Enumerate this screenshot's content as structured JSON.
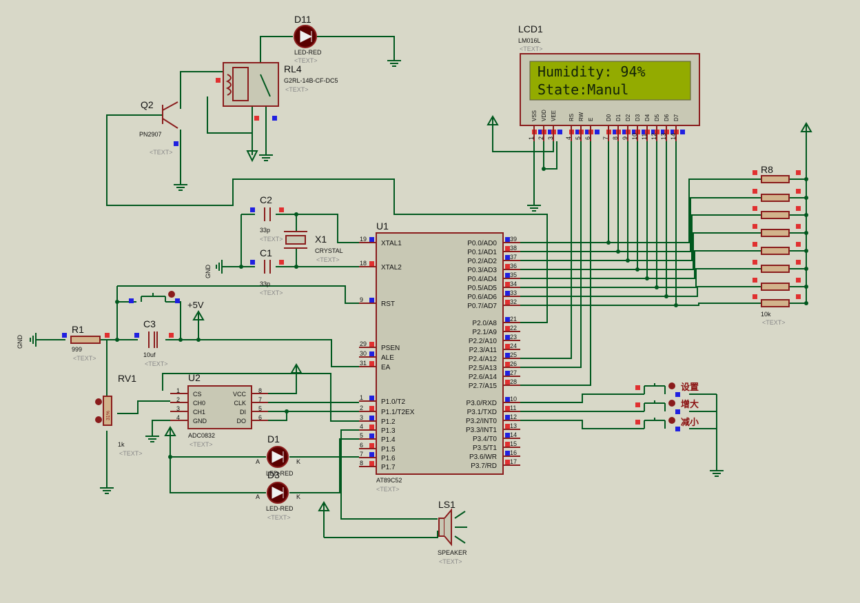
{
  "lcd": {
    "ref": "LCD1",
    "model": "LM016L",
    "textTag": "<TEXT>",
    "line1": "Humidity: 94%",
    "line2": "State:Manul",
    "pins": [
      "VSS",
      "VDD",
      "VEE",
      "RS",
      "RW",
      "E",
      "D0",
      "D1",
      "D2",
      "D3",
      "D4",
      "D5",
      "D6",
      "D7"
    ],
    "pinNums": [
      "1",
      "2",
      "3",
      "4",
      "5",
      "6",
      "7",
      "8",
      "9",
      "10",
      "11",
      "12",
      "13",
      "14"
    ]
  },
  "d11": {
    "ref": "D11",
    "value": "LED-RED",
    "text": "<TEXT>"
  },
  "relay": {
    "ref": "RL4",
    "value": "G2RL-14B-CF-DC5",
    "text": "<TEXT>"
  },
  "q2": {
    "ref": "Q2",
    "value": "PN2907",
    "text": "<TEXT>"
  },
  "c2": {
    "ref": "C2",
    "value": "33p",
    "text": "<TEXT>"
  },
  "c1": {
    "ref": "C1",
    "value": "33p",
    "text": "<TEXT>"
  },
  "x1": {
    "ref": "X1",
    "value": "CRYSTAL",
    "text": "<TEXT>"
  },
  "gnd": "GND",
  "r1": {
    "ref": "R1",
    "value": "999",
    "text": "<TEXT>"
  },
  "c3": {
    "ref": "C3",
    "value": "10uf",
    "text": "<TEXT>"
  },
  "vcc": "+5V",
  "rv1": {
    "ref": "RV1",
    "value": "1k",
    "text": "<TEXT>",
    "pct": "31%"
  },
  "u2": {
    "ref": "U2",
    "value": "ADC0832",
    "text": "<TEXT>",
    "leftPins": [
      "CS",
      "CH0",
      "CH1",
      "GND"
    ],
    "leftNums": [
      "1",
      "2",
      "3",
      "4"
    ],
    "rightPins": [
      "VCC",
      "CLK",
      "DI",
      "DO"
    ],
    "rightNums": [
      "8",
      "7",
      "5",
      "6"
    ]
  },
  "d1": {
    "ref": "D1",
    "value": "LED-RED",
    "a": "A",
    "k": "K"
  },
  "d3": {
    "ref": "D3",
    "value": "LED-RED",
    "text": "<TEXT>",
    "a": "A",
    "k": "K"
  },
  "u1": {
    "ref": "U1",
    "value": "AT89C52",
    "text": "<TEXT>",
    "leftPins": [
      "XTAL1",
      "XTAL2",
      "RST",
      "PSEN",
      "ALE",
      "EA",
      "P1.0/T2",
      "P1.1/T2EX",
      "P1.2",
      "P1.3",
      "P1.4",
      "P1.5",
      "P1.6",
      "P1.7"
    ],
    "leftNums": [
      "19",
      "18",
      "9",
      "29",
      "30",
      "31",
      "1",
      "2",
      "3",
      "4",
      "5",
      "6",
      "7",
      "8"
    ],
    "rightPins": [
      "P0.0/AD0",
      "P0.1/AD1",
      "P0.2/AD2",
      "P0.3/AD3",
      "P0.4/AD4",
      "P0.5/AD5",
      "P0.6/AD6",
      "P0.7/AD7",
      "P2.0/A8",
      "P2.1/A9",
      "P2.2/A10",
      "P2.3/A11",
      "P2.4/A12",
      "P2.5/A13",
      "P2.6/A14",
      "P2.7/A15",
      "P3.0/RXD",
      "P3.1/TXD",
      "P3.2/INT0",
      "P3.3/INT1",
      "P3.4/T0",
      "P3.5/T1",
      "P3.6/WR",
      "P3.7/RD"
    ],
    "rightNums": [
      "39",
      "38",
      "37",
      "36",
      "35",
      "34",
      "33",
      "32",
      "21",
      "22",
      "23",
      "24",
      "25",
      "26",
      "27",
      "28",
      "10",
      "11",
      "12",
      "13",
      "14",
      "15",
      "16",
      "17"
    ]
  },
  "r8": {
    "ref": "R8",
    "value": "10k",
    "text": "<TEXT>"
  },
  "buttons": [
    "设置",
    "增大",
    "减小"
  ],
  "ls1": {
    "ref": "LS1",
    "value": "SPEAKER",
    "text": "<TEXT>"
  }
}
